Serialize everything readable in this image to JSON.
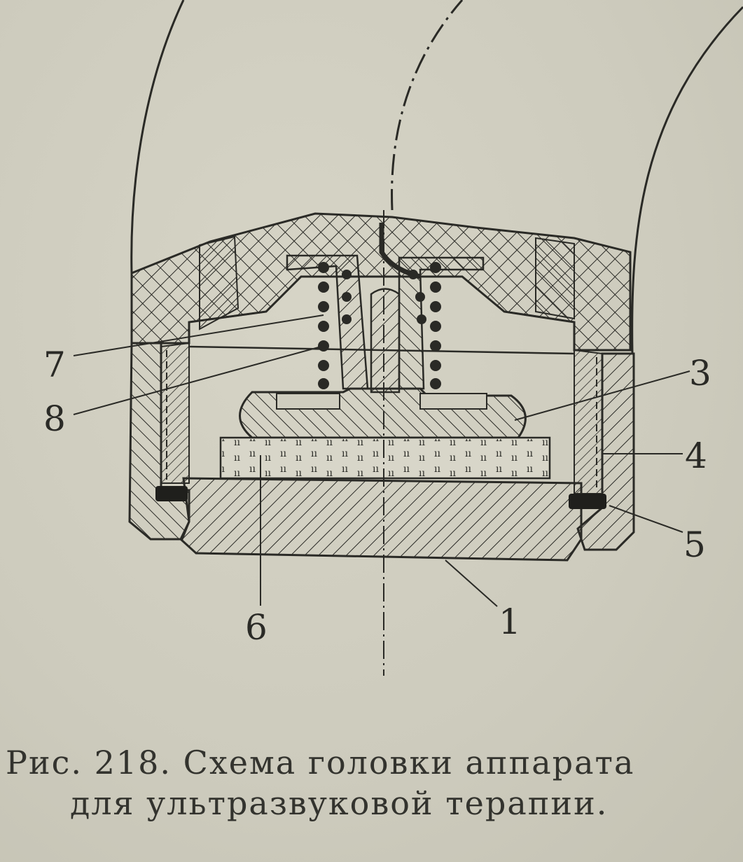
{
  "caption": {
    "line1": "Рис. 218. Схема головки аппарата",
    "line2": "для ультразвуковой терапии."
  },
  "callouts": {
    "c1": "1",
    "c3": "3",
    "c4": "4",
    "c5": "5",
    "c6": "6",
    "c7": "7",
    "c8": "8"
  },
  "colors": {
    "ink": "#2a2a26",
    "paper": "#cfcdbf"
  }
}
